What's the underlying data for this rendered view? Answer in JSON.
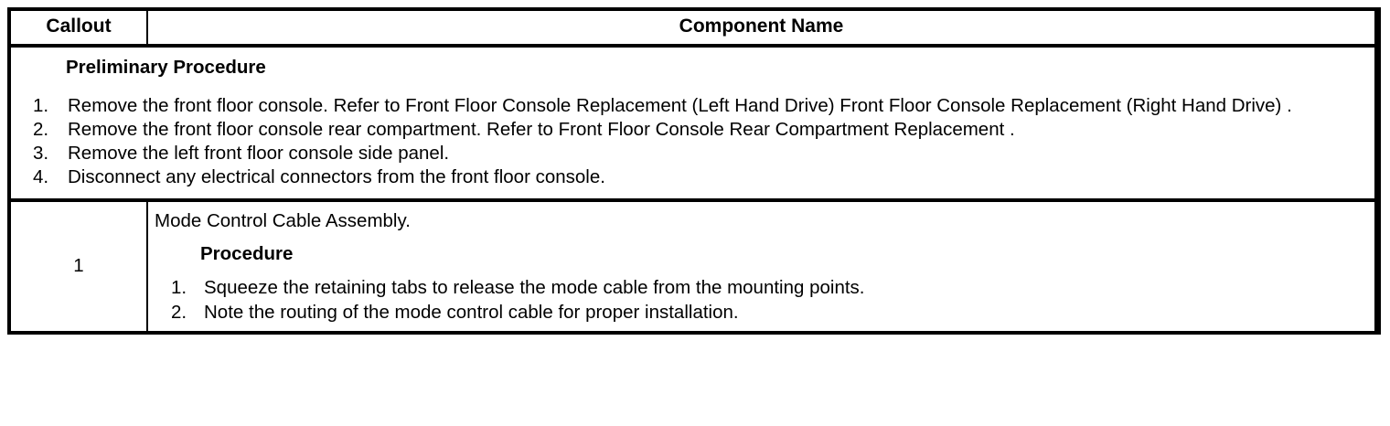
{
  "table": {
    "headers": {
      "callout": "Callout",
      "component_name": "Component Name"
    },
    "preliminary": {
      "heading": "Preliminary Procedure",
      "steps": [
        {
          "number": "1.",
          "text": "Remove the front floor console. Refer to Front Floor Console Replacement (Left Hand Drive) Front Floor Console Replacement (Right Hand Drive) ."
        },
        {
          "number": "2.",
          "text": "Remove the front floor console rear compartment. Refer to Front Floor Console Rear Compartment Replacement ."
        },
        {
          "number": "3.",
          "text": "Remove the left front floor console side panel."
        },
        {
          "number": "4.",
          "text": "Disconnect any electrical connectors from the front floor console."
        }
      ]
    },
    "rows": [
      {
        "callout": "1",
        "component": "Mode Control Cable Assembly.",
        "procedure_heading": "Procedure",
        "steps": [
          {
            "number": "1.",
            "text": "Squeeze the retaining tabs to release the mode cable from the mounting points."
          },
          {
            "number": "2.",
            "text": "Note the routing of the mode control cable for proper installation."
          }
        ]
      }
    ]
  }
}
